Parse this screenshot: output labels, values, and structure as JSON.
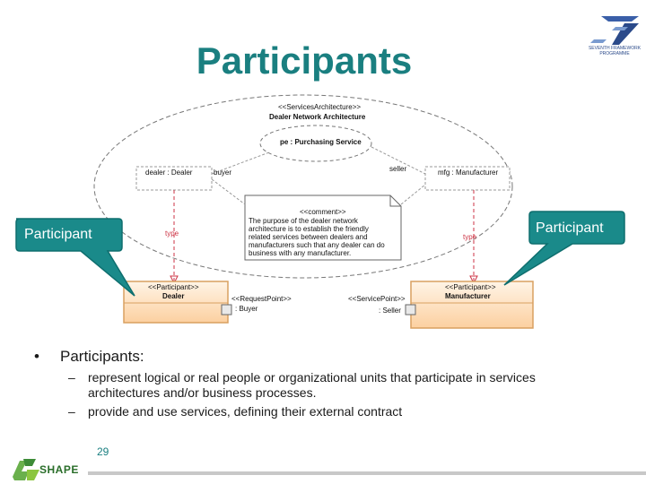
{
  "slide": {
    "title": "Participants",
    "page_number": "29"
  },
  "logos": {
    "fp7_line1": "SEVENTH FRAMEWORK",
    "fp7_line2": "PROGRAMME",
    "shape": "SHAPE"
  },
  "diagram": {
    "architecture_stereotype": "<<ServicesArchitecture>>",
    "architecture_name": "Dealer Network Architecture",
    "service_contract": "pe : Purchasing Service",
    "dealer_part": "dealer : Dealer",
    "manufacturer_part": "mfg : Manufacturer",
    "role_buyer": "buyer",
    "role_seller": "seller",
    "type_left": "type",
    "type_right": "type",
    "comment_stereotype": "<<comment>>",
    "comment_lines": [
      "The purpose of the dealer network",
      "architecture is to establish the friendly",
      "related services between dealers and",
      "manufacturers such that any dealer can do",
      "business with any manufacturer."
    ],
    "dealer_stereotype": "<<Participant>>",
    "dealer_name": "Dealer",
    "manufacturer_stereotype": "<<Participant>>",
    "manufacturer_name": "Manufacturer",
    "request_port_stereotype": "<<RequestPoint>>",
    "request_port_name": ": Buyer",
    "service_port_stereotype": "<<ServicePoint>>",
    "service_port_name": ": Seller",
    "callout_left": "Participant",
    "callout_right": "Participant"
  },
  "bullets": {
    "main": "Participants:",
    "sub": [
      "represent logical or real people or organizational units that participate in services",
      "architectures and/or business processes.",
      "provide and use services, defining their external contract"
    ]
  },
  "colors": {
    "title": "#1a7f80",
    "callout": "#1a8a8a",
    "participant_fill": "#fcd9a8"
  }
}
